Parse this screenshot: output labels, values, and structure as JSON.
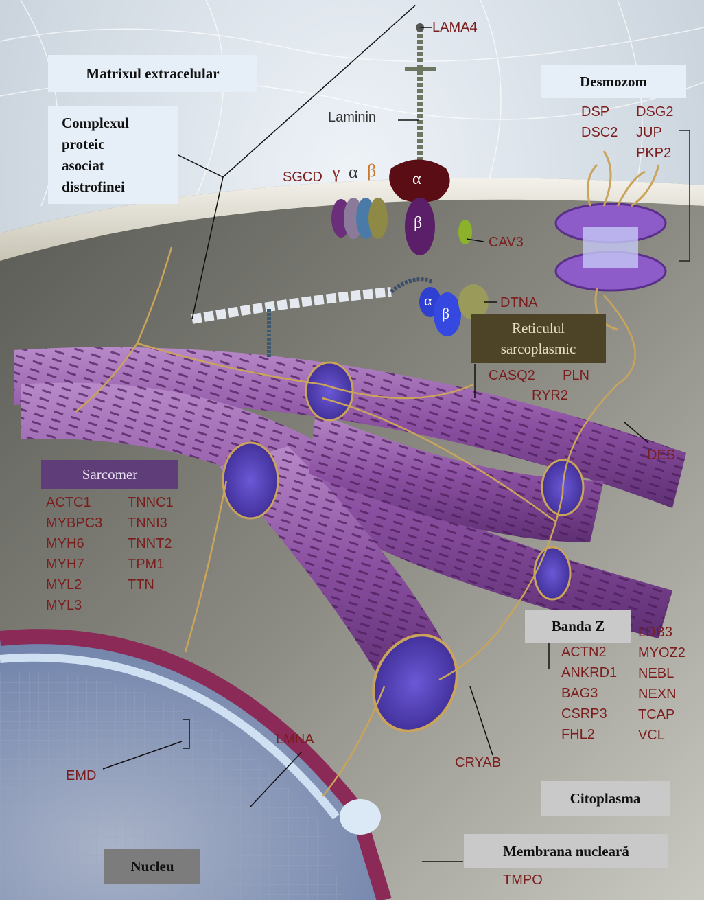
{
  "colors": {
    "gene_label": "#7b1d1d",
    "myofibril": "#8a4fa0",
    "cytoplasm": "#6a6a64",
    "membrane": "#d8d5c9",
    "nucleus": "#6b7ea8",
    "desmin_filament": "#c9a45a"
  },
  "panels": {
    "extracellular_matrix": "Matrixul extracelular",
    "dystrophin_complex_lines": [
      "Complexul",
      "proteic",
      "asociat",
      "distrofinei"
    ],
    "desmosome": "Desmozom",
    "sarcoplasmic_reticulum_lines": [
      "Reticulul",
      "sarcoplasmic"
    ],
    "sarcomere": "Sarcomer",
    "z_band": "Banda Z",
    "cytoplasm": "Citoplasma",
    "nuclear_membrane": "Membrana nucleară",
    "nucleus": "Nucleu"
  },
  "genes": {
    "lama4": "LAMA4",
    "laminin": "Laminin",
    "sgcd": "SGCD",
    "greek_gamma": "γ",
    "greek_alpha": "α",
    "greek_beta": "β",
    "cav3": "CAV3",
    "dtna": "DTNA",
    "desmosome_col1": [
      "DSP",
      "DSC2"
    ],
    "desmosome_col2": [
      "DSG2",
      "JUP",
      "PKP2"
    ],
    "sr_row1": [
      "CASQ2",
      "PLN"
    ],
    "sr_row2": "RYR2",
    "des": "DES",
    "sarcomere_col1": [
      "ACTC1",
      "MYBPC3",
      "MYH6",
      "MYH7",
      "MYL2",
      "MYL3"
    ],
    "sarcomere_col2": [
      "TNNC1",
      "TNNI3",
      "TNNT2",
      "TPM1",
      "TTN"
    ],
    "zband_col1": [
      "ACTN2",
      "ANKRD1",
      "BAG3",
      "CSRP3",
      "FHL2"
    ],
    "zband_col2": [
      "LDB3",
      "MYOZ2",
      "NEBL",
      "NEXN",
      "TCAP",
      "VCL"
    ],
    "cryab": "CRYAB",
    "lmna": "LMNA",
    "emd": "EMD",
    "tmpo": "TMPO"
  },
  "subunits": {
    "dystroglycan_alpha": "α",
    "dystroglycan_beta": "β",
    "syntrophin_alpha": "α",
    "syntrophin_beta": "β"
  }
}
